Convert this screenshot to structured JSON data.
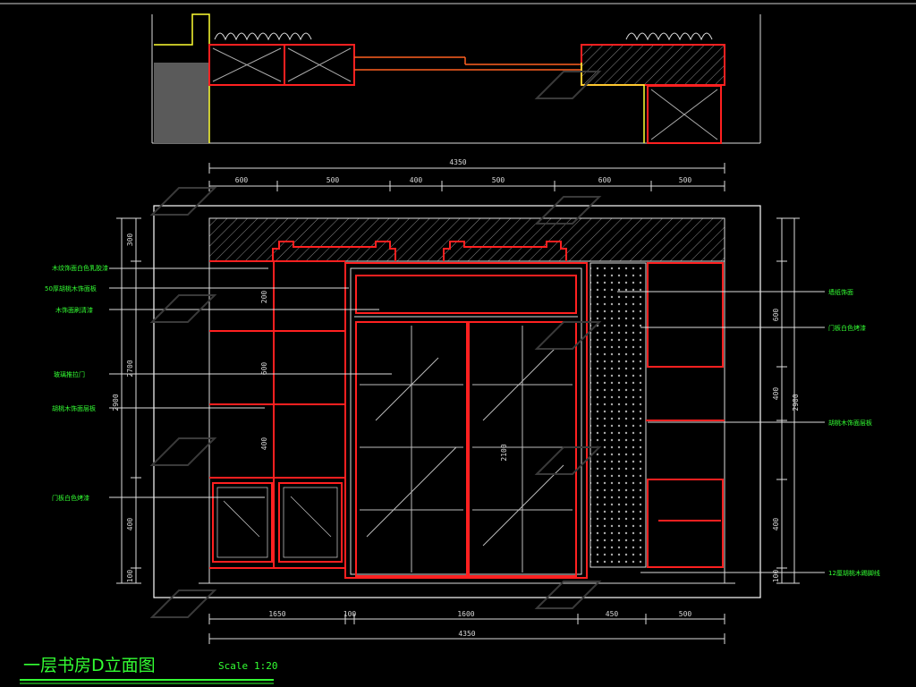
{
  "title": "一层书房D立面图",
  "scale_label": "Scale",
  "scale_value": "1:20",
  "dimensions": {
    "plan_overall": "4350",
    "plan_segments": [
      "600",
      "500",
      "400",
      "500",
      "600",
      "500"
    ],
    "bottom_segments": [
      "1650",
      "100",
      "1600",
      "450",
      "500"
    ],
    "bottom_overall": "4350",
    "left_heights": [
      "300",
      "2700",
      "400",
      "100"
    ],
    "left_overall": "2900",
    "right_heights": [
      "600",
      "400",
      "400",
      "100"
    ],
    "right_overall": "2900",
    "inner_heights": [
      "200",
      "600",
      "400",
      "2100"
    ]
  },
  "annotations_left": [
    "木纹饰面白色乳胶漆",
    "50厚胡桃木饰面板",
    "木饰面刷清漆",
    "玻璃推拉门",
    "胡桃木饰面层板",
    "门板白色烤漆"
  ],
  "annotations_right": [
    "墙纸饰面",
    "门板白色烤漆",
    "胡桃木饰面层板",
    "12厘胡桃木踢脚线"
  ],
  "colors": {
    "background": "#000000",
    "outline": "#ff2020",
    "dimension": "#ffffff",
    "label": "#33ff33",
    "wall_edge": "#ffff33"
  },
  "icons": [
    "watermark-logo-icon"
  ]
}
